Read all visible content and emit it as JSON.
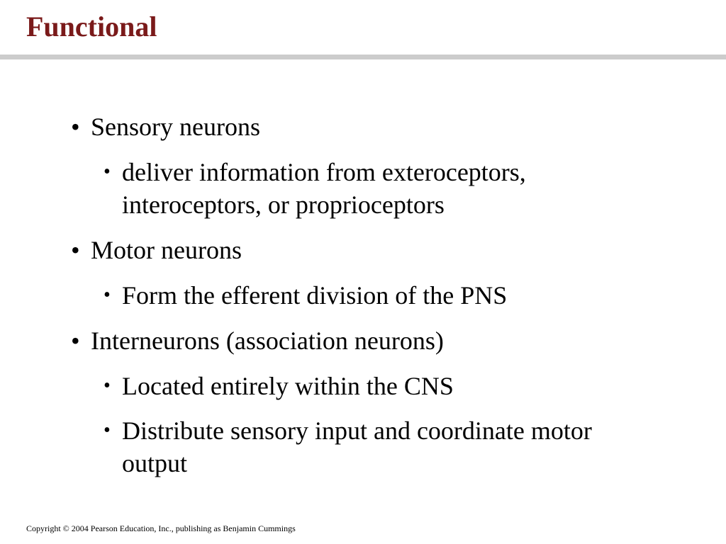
{
  "slide": {
    "title": "Functional",
    "title_color": "#7a1a1a",
    "rule_color": "#cccccc",
    "bullet_glyph": "•",
    "items": [
      {
        "text": "Sensory neurons",
        "sub": [
          "deliver information from exteroceptors, interoceptors, or proprioceptors"
        ]
      },
      {
        "text": "Motor neurons",
        "sub": [
          "Form the efferent division of the PNS"
        ]
      },
      {
        "text": "Interneurons (association neurons)",
        "sub": [
          "Located entirely within the CNS",
          "Distribute sensory input and coordinate motor output"
        ]
      }
    ],
    "footer": "Copyright © 2004 Pearson Education, Inc., publishing as Benjamin Cummings"
  }
}
